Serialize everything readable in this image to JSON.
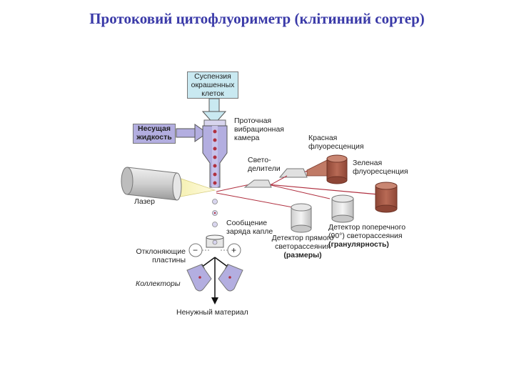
{
  "title": "Протоковий цитофлуориметр (клітинний сортер)",
  "labels": {
    "suspension": "Суспензия окрашенных клеток",
    "carrier": "Несущая жидкость",
    "chamber": "Проточная вибрационная камера",
    "red": "Красная флуоресценция",
    "green": "Зеленая флуоресценция",
    "splitters": "Свето-делители",
    "laser": "Лазер",
    "charge": "Сообщение заряда капле",
    "forward_det": "Детектор прямого светорассеяния",
    "forward_det_sub": "(размеры)",
    "side_det": "Детектор поперечного (90°) светорассеяния",
    "side_det_sub": "(гранулярность)",
    "plates": "Отклоняющие пластины",
    "collectors": "Коллекторы",
    "waste": "Ненужный материал",
    "minus": "−",
    "plus": "+"
  },
  "colors": {
    "title": "#3a3aa8",
    "fluid": "#b3aee0",
    "cell": "#b03040",
    "detector": "#a65a48",
    "laser_body": "#d8d8d8",
    "suspension_box": "#c9e9f1",
    "carrier_box": "#b3aee0"
  }
}
